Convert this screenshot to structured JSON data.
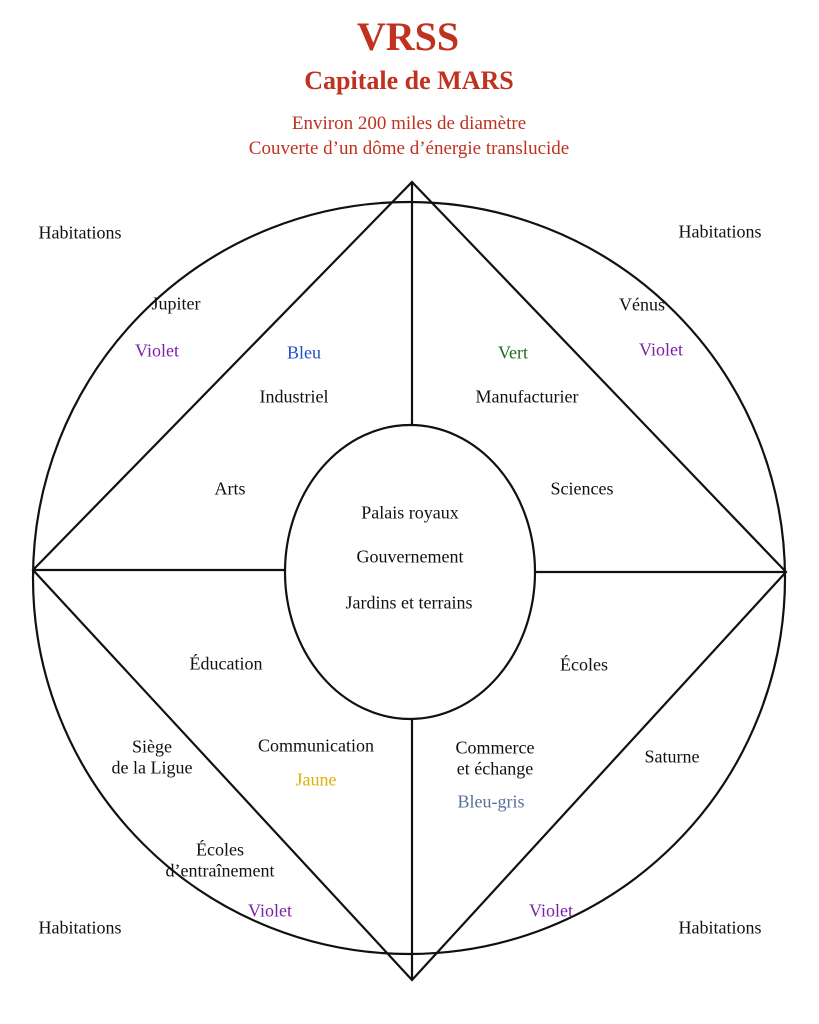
{
  "colors": {
    "title": "#c0311f",
    "line": "#111111",
    "text": "#111111",
    "violet": "#7a1fa8",
    "bleu": "#1e4fc9",
    "vert": "#1e6b1e",
    "jaune": "#e0b000",
    "bleu_gris": "#56709a"
  },
  "header": {
    "title": "VRSS",
    "subtitle": "Capitale de MARS",
    "note_1": "Environ 200 miles de diamètre",
    "note_2": "Couverte d’un dôme d’énergie translucide"
  },
  "corners": {
    "top_left": "Habitations",
    "top_right": "Habitations",
    "bottom_left": "Habitations",
    "bottom_right": "Habitations"
  },
  "outer": {
    "jupiter": "Jupiter",
    "jupiter_color": "Violet",
    "venus": "Vénus",
    "venus_color": "Violet",
    "siege": "Siège\nde la Ligue",
    "ecoles_entrainement": "Écoles\nd’entraînement",
    "sw_color": "Violet",
    "saturne": "Saturne",
    "se_color": "Violet"
  },
  "quadrants": {
    "nw_color": "Bleu",
    "nw_name": "Industriel",
    "nw_arts": "Arts",
    "ne_color": "Vert",
    "ne_name": "Manufacturier",
    "ne_sciences": "Sciences",
    "sw_education": "Éducation",
    "sw_name": "Communication",
    "sw_colorname": "Jaune",
    "se_ecoles": "Écoles",
    "se_name": "Commerce\net échange",
    "se_colorname": "Bleu-gris"
  },
  "center": {
    "line_1": "Palais royaux",
    "line_2": "Gouvernement",
    "line_3": "Jardins et terrains"
  }
}
